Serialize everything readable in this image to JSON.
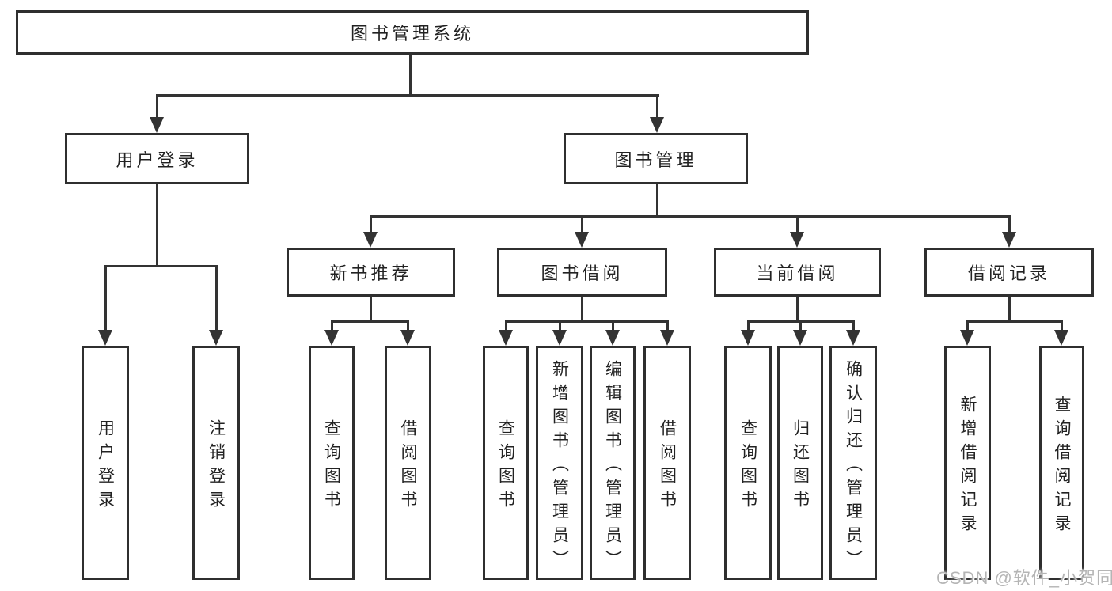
{
  "tree": {
    "label": "图书管理系统",
    "children": [
      {
        "label": "用户登录",
        "children": [
          {
            "label": "用户登录"
          },
          {
            "label": "注销登录"
          }
        ]
      },
      {
        "label": "图书管理",
        "children": [
          {
            "label": "新书推荐",
            "children": [
              {
                "label": "查询图书"
              },
              {
                "label": "借阅图书"
              }
            ]
          },
          {
            "label": "图书借阅",
            "children": [
              {
                "label": "查询图书"
              },
              {
                "label": "新增图书（管理员）"
              },
              {
                "label": "编辑图书（管理员）"
              },
              {
                "label": "借阅图书"
              }
            ]
          },
          {
            "label": "当前借阅",
            "children": [
              {
                "label": "查询图书"
              },
              {
                "label": "归还图书"
              },
              {
                "label": "确认归还（管理员）"
              }
            ]
          },
          {
            "label": "借阅记录",
            "children": [
              {
                "label": "新增借阅记录"
              },
              {
                "label": "查询借阅记录"
              }
            ]
          }
        ]
      }
    ]
  },
  "watermark": {
    "text": "CSDN @软件_小贺同学"
  },
  "colors": {
    "line": "#333333",
    "box_border": "#2f2f2f",
    "text": "#222222",
    "watermark": "#b5b5b5",
    "background": "#ffffff"
  }
}
